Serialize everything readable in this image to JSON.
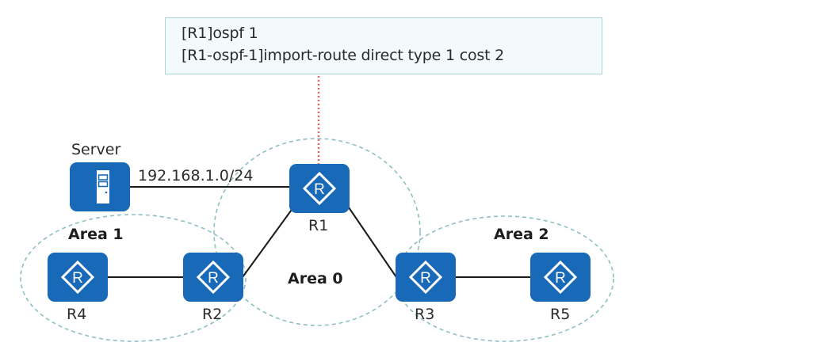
{
  "config_box": {
    "lines": [
      "[R1]ospf 1",
      "[R1-ospf-1]import-route direct type 1 cost 2"
    ]
  },
  "devices": {
    "server": {
      "label": "Server",
      "type": "server"
    },
    "r1": {
      "label": "R1",
      "type": "router"
    },
    "r2": {
      "label": "R2",
      "type": "router"
    },
    "r3": {
      "label": "R3",
      "type": "router"
    },
    "r4": {
      "label": "R4",
      "type": "router"
    },
    "r5": {
      "label": "R5",
      "type": "router"
    }
  },
  "links": [
    {
      "from": "server",
      "to": "r1",
      "label": "192.168.1.0/24"
    },
    {
      "from": "r1",
      "to": "r2",
      "label": ""
    },
    {
      "from": "r1",
      "to": "r3",
      "label": ""
    },
    {
      "from": "r2",
      "to": "r4",
      "label": ""
    },
    {
      "from": "r3",
      "to": "r5",
      "label": ""
    }
  ],
  "areas": {
    "area0": {
      "label": "Area 0",
      "members": [
        "r1",
        "r2",
        "r3"
      ]
    },
    "area1": {
      "label": "Area 1",
      "members": [
        "r2",
        "r4"
      ]
    },
    "area2": {
      "label": "Area 2",
      "members": [
        "r3",
        "r5"
      ]
    }
  },
  "colors": {
    "device_fill": "#1869b8",
    "area_outline": "#8fbfc4",
    "callout_line": "#e0605a",
    "link": "#1a1a1a",
    "config_box_bg": "#f3fafb",
    "config_box_border": "#a9d4da"
  }
}
